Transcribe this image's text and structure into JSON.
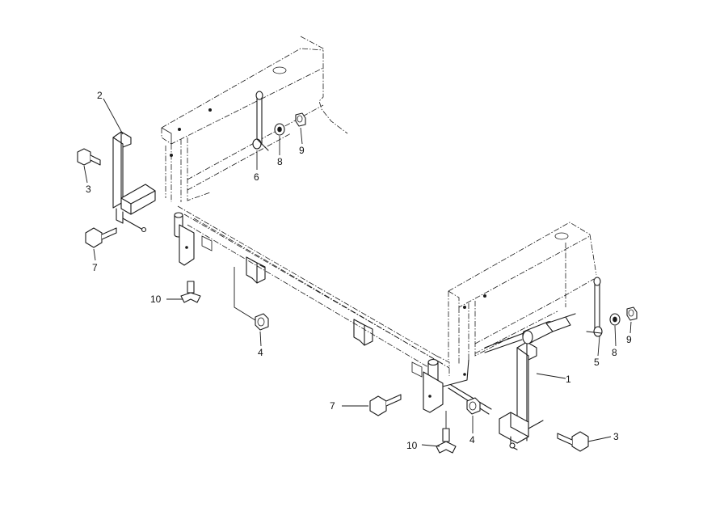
{
  "diagram": {
    "callouts": [
      {
        "id": "c1",
        "label": "1"
      },
      {
        "id": "c2",
        "label": "2"
      },
      {
        "id": "c3a",
        "label": "3"
      },
      {
        "id": "c3b",
        "label": "3"
      },
      {
        "id": "c4a",
        "label": "4"
      },
      {
        "id": "c4b",
        "label": "4"
      },
      {
        "id": "c5",
        "label": "5"
      },
      {
        "id": "c6",
        "label": "6"
      },
      {
        "id": "c7a",
        "label": "7"
      },
      {
        "id": "c7b",
        "label": "7"
      },
      {
        "id": "c8a",
        "label": "8"
      },
      {
        "id": "c8b",
        "label": "8"
      },
      {
        "id": "c9a",
        "label": "9"
      },
      {
        "id": "c9b",
        "label": "9"
      },
      {
        "id": "c10a",
        "label": "10"
      },
      {
        "id": "c10b",
        "label": "10"
      }
    ]
  }
}
